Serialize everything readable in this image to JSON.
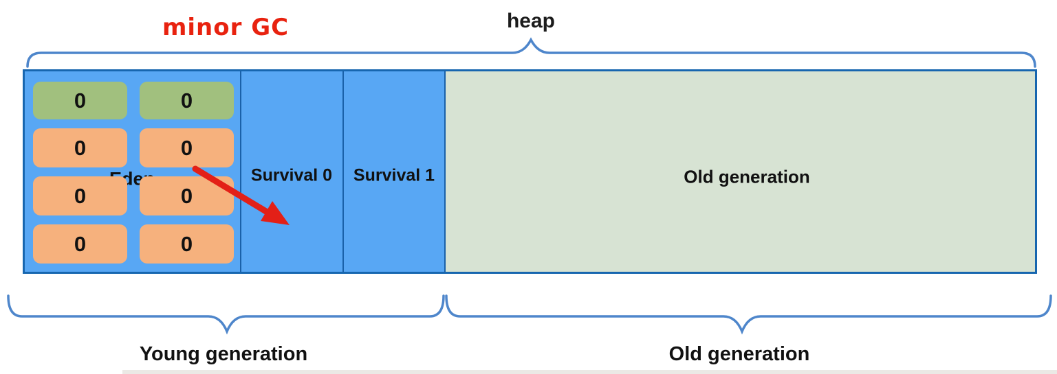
{
  "annotations": {
    "minor_gc": "minor GC",
    "heap": "heap"
  },
  "heap": {
    "sections": {
      "eden": {
        "label": "Eden"
      },
      "survival0": {
        "label": "Survival 0"
      },
      "survival1": {
        "label": "Survival 1"
      },
      "old": {
        "label": "Old generation"
      }
    },
    "eden_slots": [
      {
        "value": "0",
        "kind": "green"
      },
      {
        "value": "0",
        "kind": "green"
      },
      {
        "value": "0",
        "kind": "orange"
      },
      {
        "value": "0",
        "kind": "orange"
      },
      {
        "value": "0",
        "kind": "orange"
      },
      {
        "value": "0",
        "kind": "orange"
      },
      {
        "value": "0",
        "kind": "orange"
      },
      {
        "value": "0",
        "kind": "orange"
      }
    ]
  },
  "bottom_labels": {
    "young_generation": "Young generation",
    "old_generation": "Old generation"
  },
  "colors": {
    "young_section_fill": "#58a7f4",
    "old_section_fill": "#d7e3d3",
    "section_border": "#1766af",
    "green_slot": "#a1c07e",
    "orange_slot": "#f6b17d",
    "brace": "#4e86cb",
    "annotation_red": "#e8220f",
    "label_text": "#111111"
  }
}
